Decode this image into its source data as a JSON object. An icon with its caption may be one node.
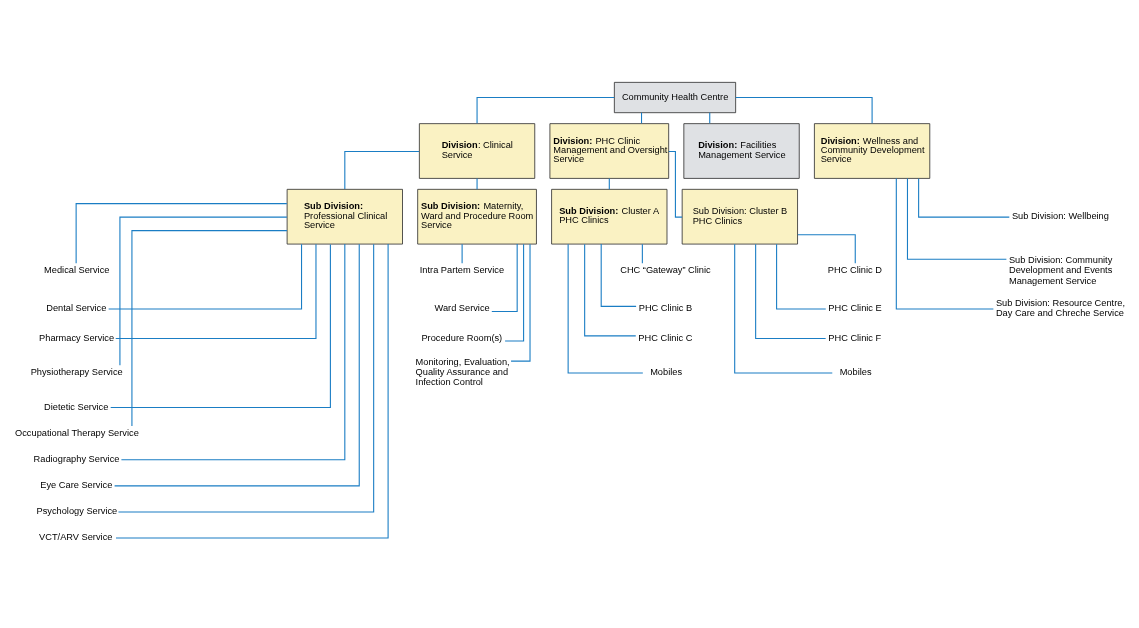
{
  "diagram": {
    "nodes": [
      {
        "text": [
          "Community Health Centre"
        ]
      },
      {
        "text": [
          "**Division**: Clinical Service"
        ]
      },
      {
        "text": [
          "**Division:** PHC Clinic Management and Oversight Service"
        ]
      },
      {
        "text": [
          "**Division:** Facilities Management Service"
        ]
      },
      {
        "text": [
          "**Division:** Wellness and Community Development Service"
        ]
      },
      {
        "text": [
          "**Sub Division:** Professional Clinical Service"
        ]
      },
      {
        "text": [
          "**Sub Division:** Maternity, Ward and Procedure Room Service"
        ]
      },
      {
        "text": [
          "**Sub Division:** Cluster A PHC Clinics"
        ]
      },
      {
        "text": [
          "Sub Division: Cluster B PHC Clinics"
        ]
      },
      {
        "text": [
          "Medical Service"
        ]
      },
      {
        "text": [
          "Dental Service"
        ]
      },
      {
        "text": [
          "Pharmacy Service"
        ]
      },
      {
        "text": [
          "Physiotherapy Service"
        ]
      },
      {
        "text": [
          "Dietetic Service"
        ]
      },
      {
        "text": [
          "Occupational Therapy Service"
        ]
      },
      {
        "text": [
          "Radiography Service"
        ]
      },
      {
        "text": [
          "Eye Care Service"
        ]
      },
      {
        "text": [
          "Psychology Service"
        ]
      },
      {
        "text": [
          "VCT/ARV Service"
        ]
      },
      {
        "text": [
          "Intra Partem Service"
        ]
      },
      {
        "text": [
          "Ward Service"
        ]
      },
      {
        "text": [
          "Procedure Room(s)"
        ]
      },
      {
        "text": [
          "Monitoring, Evaluation, Quality Assurance and Infection Control"
        ]
      },
      {
        "text": [
          "CHC “Gateway” Clinic"
        ]
      },
      {
        "text": [
          "PHC Clinic B"
        ]
      },
      {
        "text": [
          "PHC Clinic C"
        ]
      },
      {
        "text": [
          "Mobiles"
        ]
      },
      {
        "text": [
          "PHC Clinic D"
        ]
      },
      {
        "text": [
          "PHC Clinic E"
        ]
      },
      {
        "text": [
          "PHC Clinic F"
        ]
      },
      {
        "text": [
          "Mobiles"
        ]
      },
      {
        "text": [
          "Sub Division: Wellbeing"
        ]
      },
      {
        "text": [
          "Sub Division: Community Development and Events Management Service"
        ]
      },
      {
        "text": [
          "Sub Division: Resource Centre, Day Care and Chreche Service"
        ]
      }
    ],
    "edges": [
      {
        "from": 0,
        "to": 1,
        "arrow": "none"
      },
      {
        "from": 0,
        "to": 2,
        "arrow": "none"
      },
      {
        "from": 0,
        "to": 3,
        "arrow": "none"
      },
      {
        "from": 0,
        "to": 4,
        "arrow": "none"
      },
      {
        "from": 1,
        "to": 5,
        "arrow": "none"
      },
      {
        "from": 1,
        "to": 6,
        "arrow": "none"
      },
      {
        "from": 2,
        "to": 7,
        "arrow": "none"
      },
      {
        "from": 2,
        "to": 8,
        "arrow": "none"
      },
      {
        "from": 5,
        "to": 9,
        "arrow": "none"
      },
      {
        "from": 5,
        "to": 10,
        "arrow": "none"
      },
      {
        "from": 5,
        "to": 11,
        "arrow": "none"
      },
      {
        "from": 5,
        "to": 12,
        "arrow": "none"
      },
      {
        "from": 5,
        "to": 13,
        "arrow": "none"
      },
      {
        "from": 5,
        "to": 14,
        "arrow": "none"
      },
      {
        "from": 5,
        "to": 15,
        "arrow": "none"
      },
      {
        "from": 5,
        "to": 16,
        "arrow": "none"
      },
      {
        "from": 5,
        "to": 17,
        "arrow": "none"
      },
      {
        "from": 5,
        "to": 18,
        "arrow": "none"
      },
      {
        "from": 6,
        "to": 19,
        "arrow": "none"
      },
      {
        "from": 6,
        "to": 20,
        "arrow": "none"
      },
      {
        "from": 6,
        "to": 21,
        "arrow": "none"
      },
      {
        "from": 6,
        "to": 22,
        "arrow": "none"
      },
      {
        "from": 7,
        "to": 23,
        "arrow": "none"
      },
      {
        "from": 7,
        "to": 24,
        "arrow": "none"
      },
      {
        "from": 7,
        "to": 25,
        "arrow": "none"
      },
      {
        "from": 7,
        "to": 26,
        "arrow": "none"
      },
      {
        "from": 8,
        "to": 27,
        "arrow": "none"
      },
      {
        "from": 8,
        "to": 28,
        "arrow": "none"
      },
      {
        "from": 8,
        "to": 29,
        "arrow": "none"
      },
      {
        "from": 8,
        "to": 30,
        "arrow": "none"
      },
      {
        "from": 4,
        "to": 31,
        "arrow": "none"
      },
      {
        "from": 4,
        "to": 32,
        "arrow": "none"
      },
      {
        "from": 4,
        "to": 33,
        "arrow": "none"
      }
    ]
  }
}
